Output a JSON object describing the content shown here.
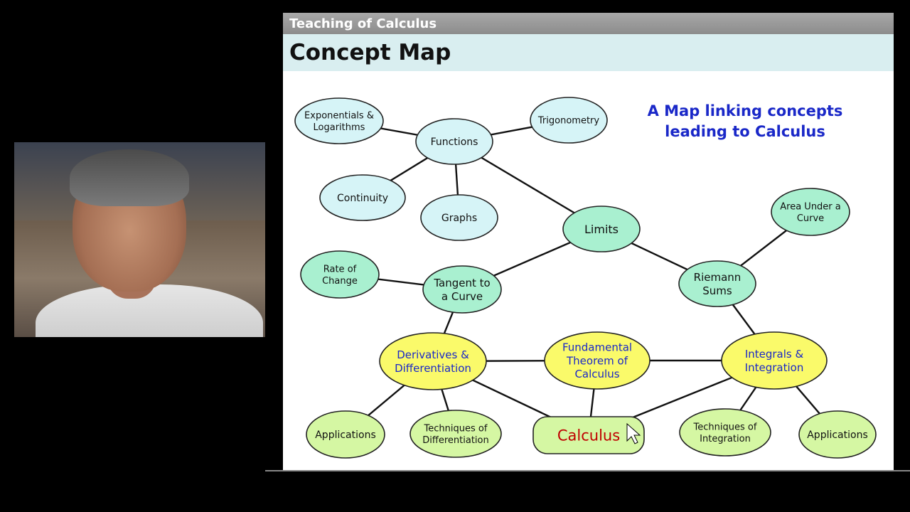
{
  "slide": {
    "header": "Teaching of Calculus",
    "title": "Concept Map",
    "subtitle_line1": "A Map linking concepts",
    "subtitle_line2": "leading to Calculus"
  },
  "colors": {
    "blue_node": "#d6f4f7",
    "teal_node": "#a9f0d0",
    "yellow_node": "#fafa6a",
    "green_node": "#d5f7a3",
    "blue_text": "#1a28c8",
    "calculus_text": "#c00000"
  },
  "nodes": [
    {
      "id": "exponentials",
      "lines": [
        "Exponentials &",
        "Logarithms"
      ],
      "color": "blue"
    },
    {
      "id": "functions",
      "lines": [
        "Functions"
      ],
      "color": "blue"
    },
    {
      "id": "trigonometry",
      "lines": [
        "Trigonometry"
      ],
      "color": "blue"
    },
    {
      "id": "continuity",
      "lines": [
        "Continuity"
      ],
      "color": "blue"
    },
    {
      "id": "graphs",
      "lines": [
        "Graphs"
      ],
      "color": "blue"
    },
    {
      "id": "limits",
      "lines": [
        "Limits"
      ],
      "color": "teal"
    },
    {
      "id": "area",
      "lines": [
        "Area Under a",
        "Curve"
      ],
      "color": "teal"
    },
    {
      "id": "rate",
      "lines": [
        "Rate of",
        "Change"
      ],
      "color": "teal"
    },
    {
      "id": "tangent",
      "lines": [
        "Tangent to",
        "a Curve"
      ],
      "color": "teal"
    },
    {
      "id": "riemann",
      "lines": [
        "Riemann",
        "Sums"
      ],
      "color": "teal"
    },
    {
      "id": "derivatives",
      "lines": [
        "Derivatives &",
        "Differentiation"
      ],
      "color": "yellow"
    },
    {
      "id": "ftc",
      "lines": [
        "Fundamental",
        "Theorem of",
        "Calculus"
      ],
      "color": "yellow"
    },
    {
      "id": "integrals",
      "lines": [
        "Integrals &",
        "Integration"
      ],
      "color": "yellow"
    },
    {
      "id": "app_left",
      "lines": [
        "Applications"
      ],
      "color": "green"
    },
    {
      "id": "tech_diff",
      "lines": [
        "Techniques of",
        "Differentiation"
      ],
      "color": "green"
    },
    {
      "id": "calculus",
      "lines": [
        "Calculus"
      ],
      "color": "green"
    },
    {
      "id": "tech_int",
      "lines": [
        "Techniques of",
        "Integration"
      ],
      "color": "green"
    },
    {
      "id": "app_right",
      "lines": [
        "Applications"
      ],
      "color": "green"
    }
  ],
  "edges": [
    [
      "exponentials",
      "functions"
    ],
    [
      "functions",
      "trigonometry"
    ],
    [
      "functions",
      "continuity"
    ],
    [
      "functions",
      "graphs"
    ],
    [
      "functions",
      "limits"
    ],
    [
      "limits",
      "tangent"
    ],
    [
      "limits",
      "riemann"
    ],
    [
      "rate",
      "tangent"
    ],
    [
      "tangent",
      "derivatives"
    ],
    [
      "riemann",
      "area"
    ],
    [
      "riemann",
      "integrals"
    ],
    [
      "derivatives",
      "ftc"
    ],
    [
      "ftc",
      "integrals"
    ],
    [
      "derivatives",
      "app_left"
    ],
    [
      "derivatives",
      "tech_diff"
    ],
    [
      "derivatives",
      "calculus"
    ],
    [
      "ftc",
      "calculus"
    ],
    [
      "integrals",
      "calculus"
    ],
    [
      "integrals",
      "tech_int"
    ],
    [
      "integrals",
      "app_right"
    ]
  ]
}
